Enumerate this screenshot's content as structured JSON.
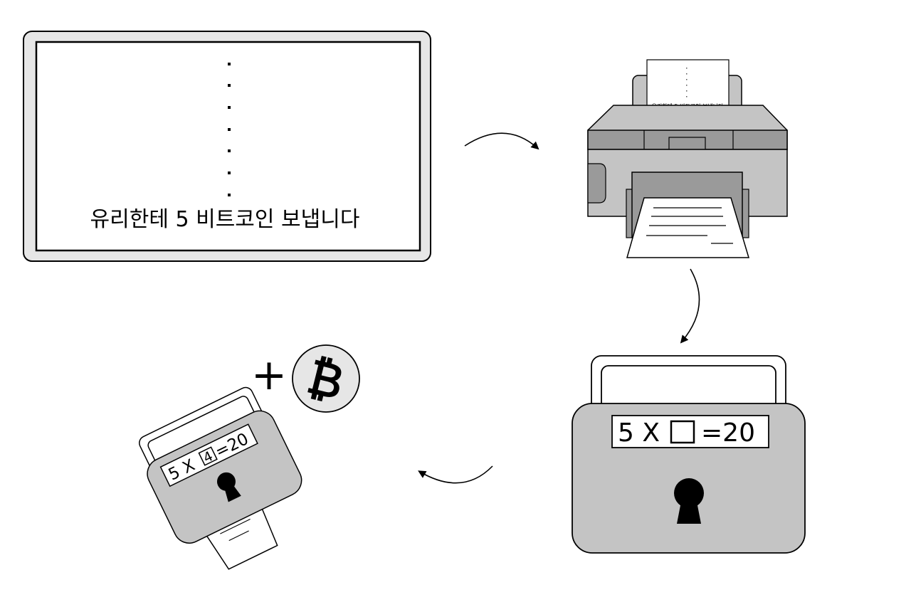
{
  "monitor": {
    "message": "유리한테 5 비트코인 보냅니다"
  },
  "printer": {
    "paper_message": "유리한테 5 비트코인 보냅니다"
  },
  "big_lock": {
    "puzzle_lhs": "5 X",
    "puzzle_rhs": "=20"
  },
  "small_lock": {
    "puzzle_lhs": "5 X",
    "puzzle_answer": "4",
    "puzzle_rhs": "=20"
  },
  "reward": {
    "plus": "+",
    "coin_symbol": "₿"
  },
  "colors": {
    "outline": "#000000",
    "light_gray": "#e6e6e6",
    "mid_gray": "#c4c4c4",
    "dark_gray": "#9a9a9a",
    "paper": "#ffffff"
  },
  "icons": [
    "monitor-icon",
    "printer-icon",
    "padlock-icon",
    "bitcoin-coin-icon",
    "curved-arrow-icon",
    "keyhole-icon"
  ]
}
